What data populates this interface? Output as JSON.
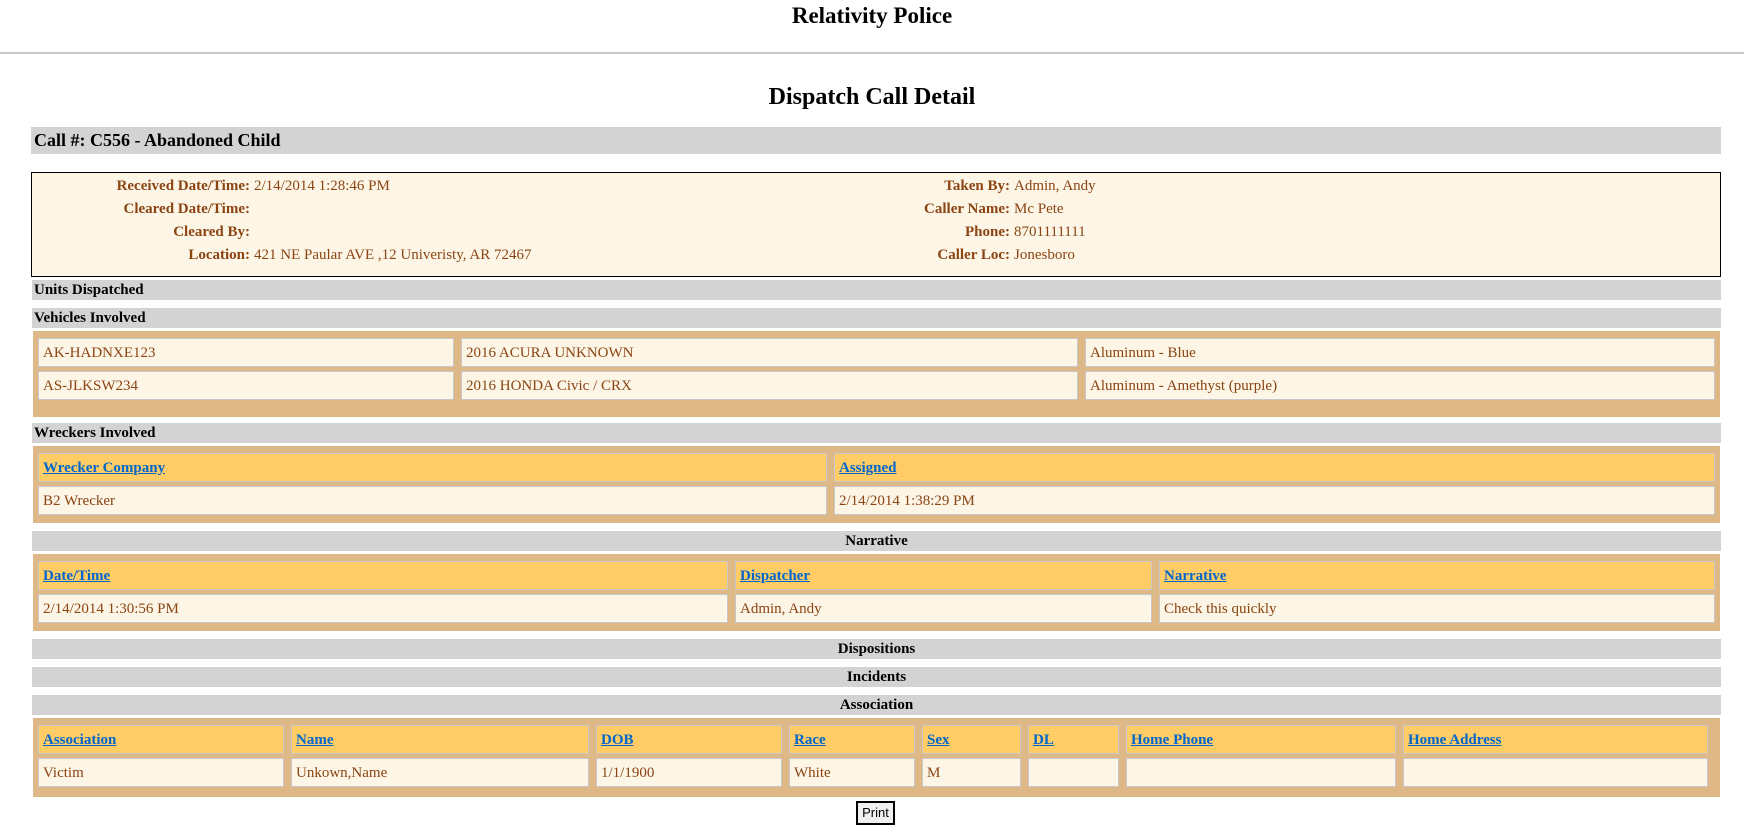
{
  "app_title": "Relativity Police",
  "page_title": "Dispatch Call Detail",
  "call": {
    "label": "Call #: C556 - Abandoned Child"
  },
  "info": {
    "received_label": "Received Date/Time:",
    "received_value": "2/14/2014 1:28:46 PM",
    "cleared_label": "Cleared Date/Time:",
    "cleared_value": "",
    "cleared_by_label": "Cleared By:",
    "cleared_by_value": "",
    "location_label": "Location:",
    "location_value": "421 NE Paular AVE ,12 Univeristy, AR 72467",
    "taken_by_label": "Taken By:",
    "taken_by_value": "Admin, Andy",
    "caller_name_label": "Caller Name:",
    "caller_name_value": "Mc Pete",
    "phone_label": "Phone:",
    "phone_value": "8701111111",
    "caller_loc_label": "Caller Loc:",
    "caller_loc_value": "Jonesboro"
  },
  "sections": {
    "units": "Units Dispatched",
    "vehicles": "Vehicles Involved",
    "wreckers": "Wreckers Involved",
    "narrative": "Narrative",
    "dispositions": "Dispositions",
    "incidents": "Incidents",
    "association": "Association"
  },
  "vehicles": [
    [
      "AK-HADNXE123",
      "2016 ACURA UNKNOWN",
      "Aluminum - Blue"
    ],
    [
      "AS-JLKSW234",
      "2016 HONDA Civic / CRX",
      "Aluminum - Amethyst (purple)"
    ]
  ],
  "wreckers": {
    "headers": [
      "Wrecker Company",
      "Assigned"
    ],
    "rows": [
      [
        "B2 Wrecker",
        "2/14/2014 1:38:29 PM"
      ]
    ]
  },
  "narrative": {
    "headers": [
      "Date/Time",
      "Dispatcher",
      "Narrative"
    ],
    "rows": [
      [
        "2/14/2014 1:30:56 PM",
        "Admin, Andy",
        "Check this quickly"
      ]
    ]
  },
  "association": {
    "headers": [
      "Association",
      "Name",
      "DOB",
      "Race",
      "Sex",
      "DL",
      "Home Phone",
      "Home Address"
    ],
    "rows": [
      [
        "Victim",
        "Unkown,Name",
        "1/1/1900",
        "White",
        "M",
        "",
        "",
        ""
      ]
    ]
  },
  "print_label": "Print"
}
